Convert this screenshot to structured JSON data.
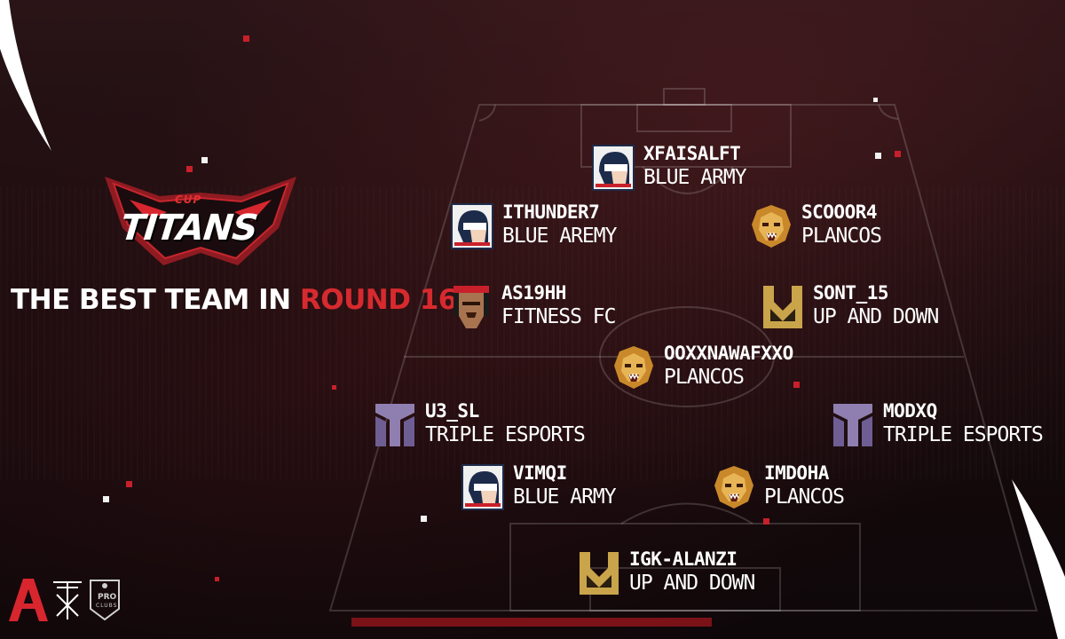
{
  "brand": {
    "cup": "CUP",
    "titans": "TITANS"
  },
  "headline": {
    "prefix": "THE BEST TEAM IN ",
    "highlight": "ROUND 16"
  },
  "players": [
    {
      "id": "p1",
      "name": "XFAISALFT",
      "team": "BLUE ARMY",
      "badge": "blue-army-helmet-icon"
    },
    {
      "id": "p2",
      "name": "ITHUNDER7",
      "team": "BLUE AREMY",
      "badge": "blue-army-helmet-icon"
    },
    {
      "id": "p3",
      "name": "SCOOOR4",
      "team": "PLANCOS",
      "badge": "lion-icon"
    },
    {
      "id": "p4",
      "name": "AS19HH",
      "team": "FITNESS FC",
      "badge": "fitness-warrior-icon"
    },
    {
      "id": "p5",
      "name": "SONT_15",
      "team": "UP AND DOWN",
      "badge": "up-and-down-logo-icon"
    },
    {
      "id": "p6",
      "name": "OOXXNAWAFXXO",
      "team": "PLANCOS",
      "badge": "lion-icon"
    },
    {
      "id": "p7",
      "name": "U3_SL",
      "team": "TRIPLE ESPORTS",
      "badge": "triple-esports-icon"
    },
    {
      "id": "p8",
      "name": "MODXQ",
      "team": "TRIPLE ESPORTS",
      "badge": "triple-esports-icon"
    },
    {
      "id": "p9",
      "name": "VIMQI",
      "team": "BLUE ARMY",
      "badge": "blue-army-helmet-icon"
    },
    {
      "id": "p10",
      "name": "IMDOHA",
      "team": "PLANCOS",
      "badge": "lion-icon"
    },
    {
      "id": "p11",
      "name": "IGK-ALANZI",
      "team": "UP AND DOWN",
      "badge": "up-and-down-logo-icon"
    }
  ],
  "footer": {
    "pro_clubs_line1": "PRO",
    "pro_clubs_line2": "CLUBS"
  },
  "colors": {
    "accent_red": "#d72a2f",
    "gold": "#c9a44a",
    "navy": "#1d2b4a",
    "purple": "#8f7fb0"
  }
}
